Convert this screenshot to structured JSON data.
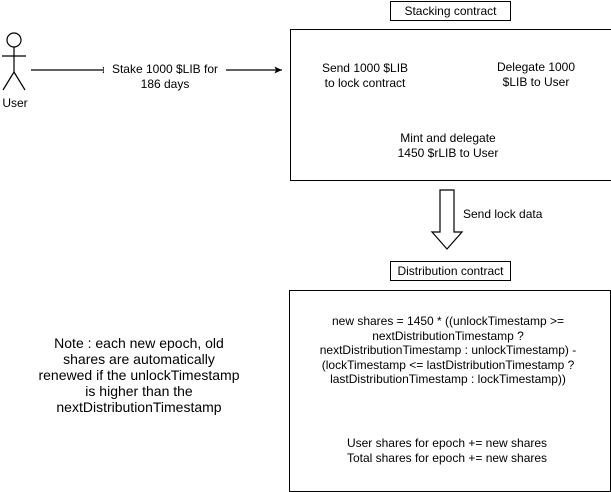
{
  "actor": {
    "label": "User"
  },
  "stake_label": "Stake 1000 $LIB for\n186 days",
  "stacking": {
    "title": "Stacking contract",
    "send": "Send 1000 $LIB\nto lock contract",
    "delegate": "Delegate 1000\n$LIB to User",
    "mint": "Mint and delegate\n1450 $rLIB to User"
  },
  "send_lock_label": "Send lock data",
  "distribution": {
    "title": "Distribution contract",
    "formula": "new shares = 1450 * ((unlockTimestamp >=\nnextDistributionTimestamp ?\nnextDistributionTimestamp : unlockTimestamp) -\n(lockTimestamp <= lastDistributionTimestamp ?\nlastDistributionTimestamp : lockTimestamp))",
    "result": "User shares for epoch += new shares\nTotal shares for epoch += new shares"
  },
  "note": "Note : each new epoch, old\nshares are automatically\nrenewed if the unlockTimestamp\nis higher than the\nnextDistributionTimestamp"
}
